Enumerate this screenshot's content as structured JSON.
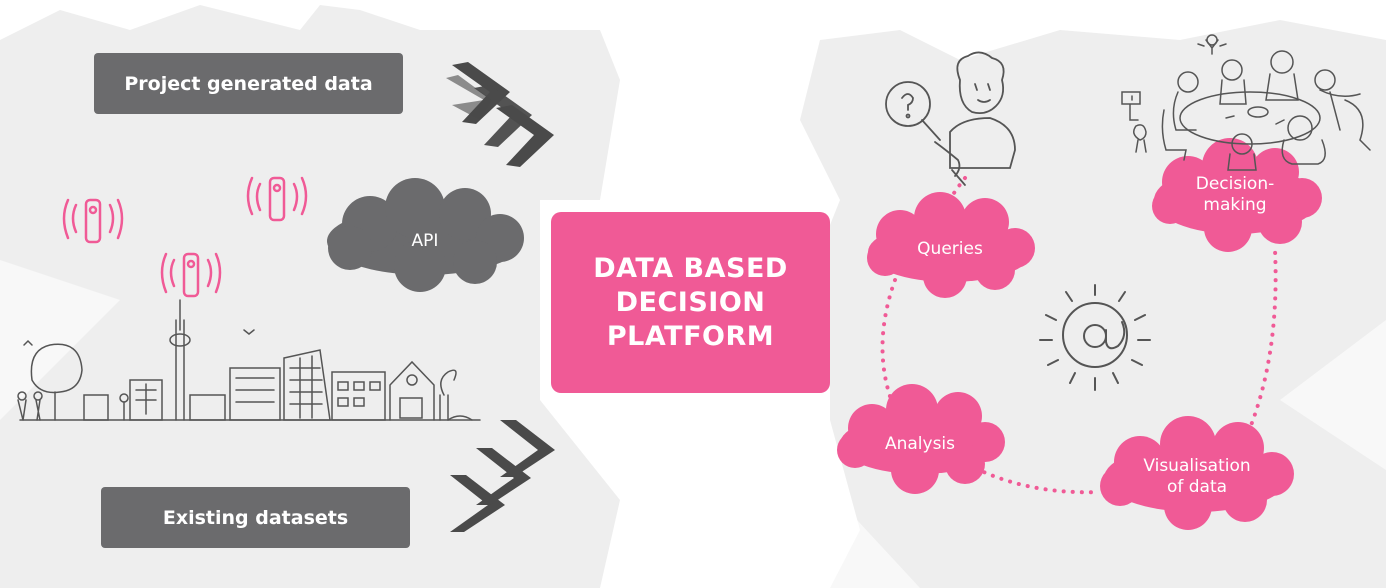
{
  "boxes": {
    "project_generated": "Project generated data",
    "existing_datasets": "Existing datasets"
  },
  "api_label": "API",
  "platform": {
    "title": "DATA BASED DECISION PLATFORM"
  },
  "cycle": {
    "queries": "Queries",
    "decision_making": "Decision-\nmaking",
    "analysis": "Analysis",
    "visualisation": "Visualisation\nof data"
  },
  "colors": {
    "accent_pink": "#f05a96",
    "dark_gray": "#6b6b6d",
    "background_gray": "#eeeeee",
    "arrow_gray": "#4a4a4a",
    "sketch_gray": "#555555"
  },
  "icons": [
    "signal-tower-icon",
    "search-person-icon",
    "meeting-table-icon",
    "at-sign-icon",
    "city-skyline-icon"
  ]
}
